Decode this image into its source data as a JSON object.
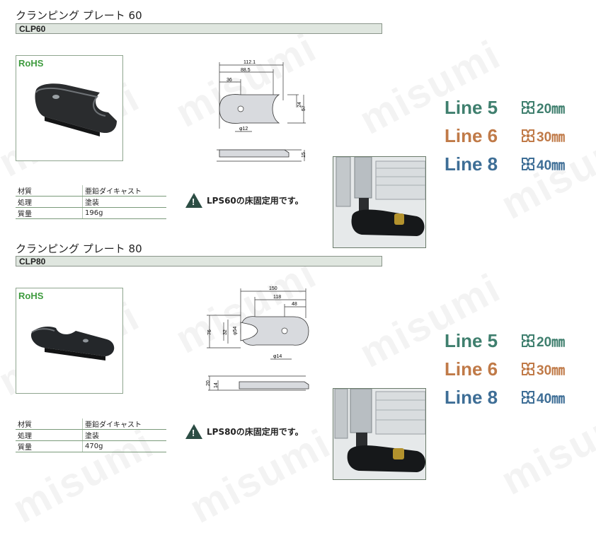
{
  "watermark": "misumi",
  "products": [
    {
      "title": "クランピング プレート 60",
      "code": "CLP60",
      "rohs": "RoHS",
      "specs": [
        {
          "key": "材質",
          "value": "亜鉛ダイキャスト"
        },
        {
          "key": "処理",
          "value": "塗装"
        },
        {
          "key": "質量",
          "value": "196g"
        }
      ],
      "note": "LPS60の床固定用です。",
      "dims": {
        "d1": "112.1",
        "d2": "88.5",
        "d3": "36",
        "d4": "24",
        "d5": "57",
        "d6": "φ12",
        "d7": "15"
      }
    },
    {
      "title": "クランピング プレート 80",
      "code": "CLP80",
      "rohs": "RoHS",
      "specs": [
        {
          "key": "材質",
          "value": "亜鉛ダイキャスト"
        },
        {
          "key": "処理",
          "value": "塗装"
        },
        {
          "key": "質量",
          "value": "470g"
        }
      ],
      "note": "LPS80の床固定用です。",
      "dims": {
        "d1": "150",
        "d2": "118",
        "d3": "48",
        "d4": "76",
        "d5": "φ54",
        "d6": "32",
        "d7": "φ14",
        "d8": "20",
        "d9": "14"
      }
    }
  ],
  "lines": [
    {
      "name": "Line 5",
      "size": "20㎜",
      "color": "#3f7f6e"
    },
    {
      "name": "Line 6",
      "size": "30㎜",
      "color": "#c07a48"
    },
    {
      "name": "Line 8",
      "size": "40㎜",
      "color": "#3e6e96"
    }
  ]
}
